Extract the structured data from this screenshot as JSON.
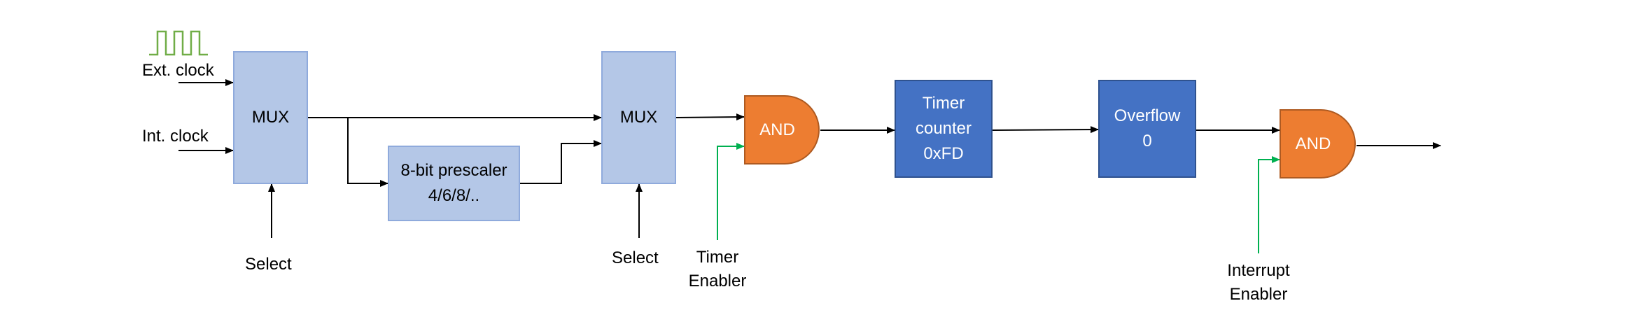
{
  "diagram": {
    "inputs": {
      "ext_clock": "Ext. clock",
      "int_clock": "Int. clock"
    },
    "blocks": {
      "mux1": "MUX",
      "prescaler_line1": "8-bit prescaler",
      "prescaler_line2": "4/6/8/..",
      "mux2": "MUX",
      "and1": "AND",
      "timer_line1": "Timer",
      "timer_line2": "counter",
      "timer_line3": "0xFD",
      "overflow_line1": "Overflow",
      "overflow_line2": "0",
      "and2": "AND"
    },
    "control_labels": {
      "select1": "Select",
      "select2": "Select",
      "timer_enabler_line1": "Timer",
      "timer_enabler_line2": "Enabler",
      "interrupt_enabler_line1": "Interrupt",
      "interrupt_enabler_line2": "Enabler"
    },
    "colors": {
      "light_block": "#b4c7e7",
      "dark_block": "#4472c4",
      "gate": "#ed7d31",
      "enable_line": "#00b050",
      "clock_waveform": "#70ad47"
    }
  }
}
